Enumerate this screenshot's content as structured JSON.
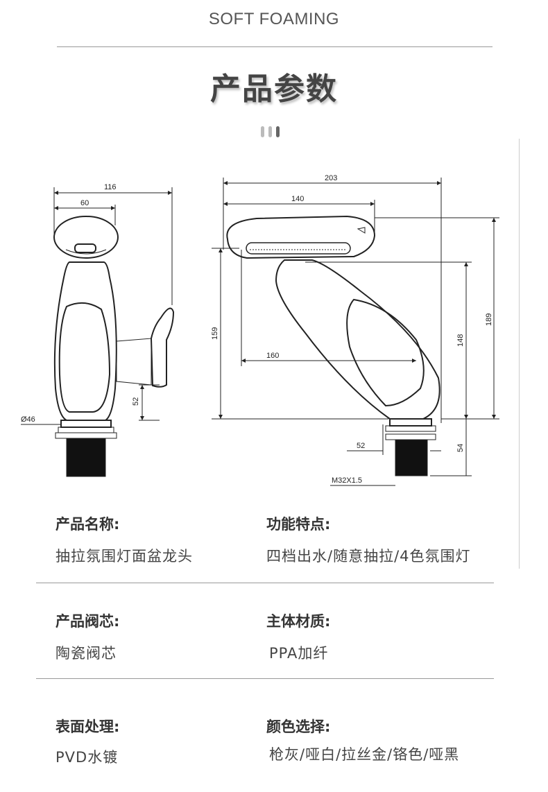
{
  "header": {
    "brand": "SOFT FOAMING",
    "title": "产品参数"
  },
  "drawing": {
    "dims_left": {
      "w_total": "116",
      "w_top": "60",
      "h_handle": "52",
      "diameter": "Ø46"
    },
    "dims_right": {
      "w_total": "203",
      "w_head": "140",
      "reach": "160",
      "h_total": "189",
      "h_spout": "148",
      "h_body": "159",
      "base_w": "52",
      "base_h": "54",
      "thread": "M32X1.5"
    }
  },
  "specs": {
    "name_label": "产品名称:",
    "name_value": "抽拉氛围灯面盆龙头",
    "feature_label": "功能特点:",
    "feature_value": "四档出水/随意抽拉/4色氛围灯",
    "core_label": "产品阀芯:",
    "core_value": "陶瓷阀芯",
    "material_label": "主体材质:",
    "material_value": "PPA加纤",
    "surface_label": "表面处理:",
    "surface_value": "PVD水镀",
    "color_label": "颜色选择:",
    "color_value": "枪灰/哑白/拉丝金/铬色/哑黑"
  },
  "colors": {
    "text": "#333333",
    "rule": "#999999"
  }
}
